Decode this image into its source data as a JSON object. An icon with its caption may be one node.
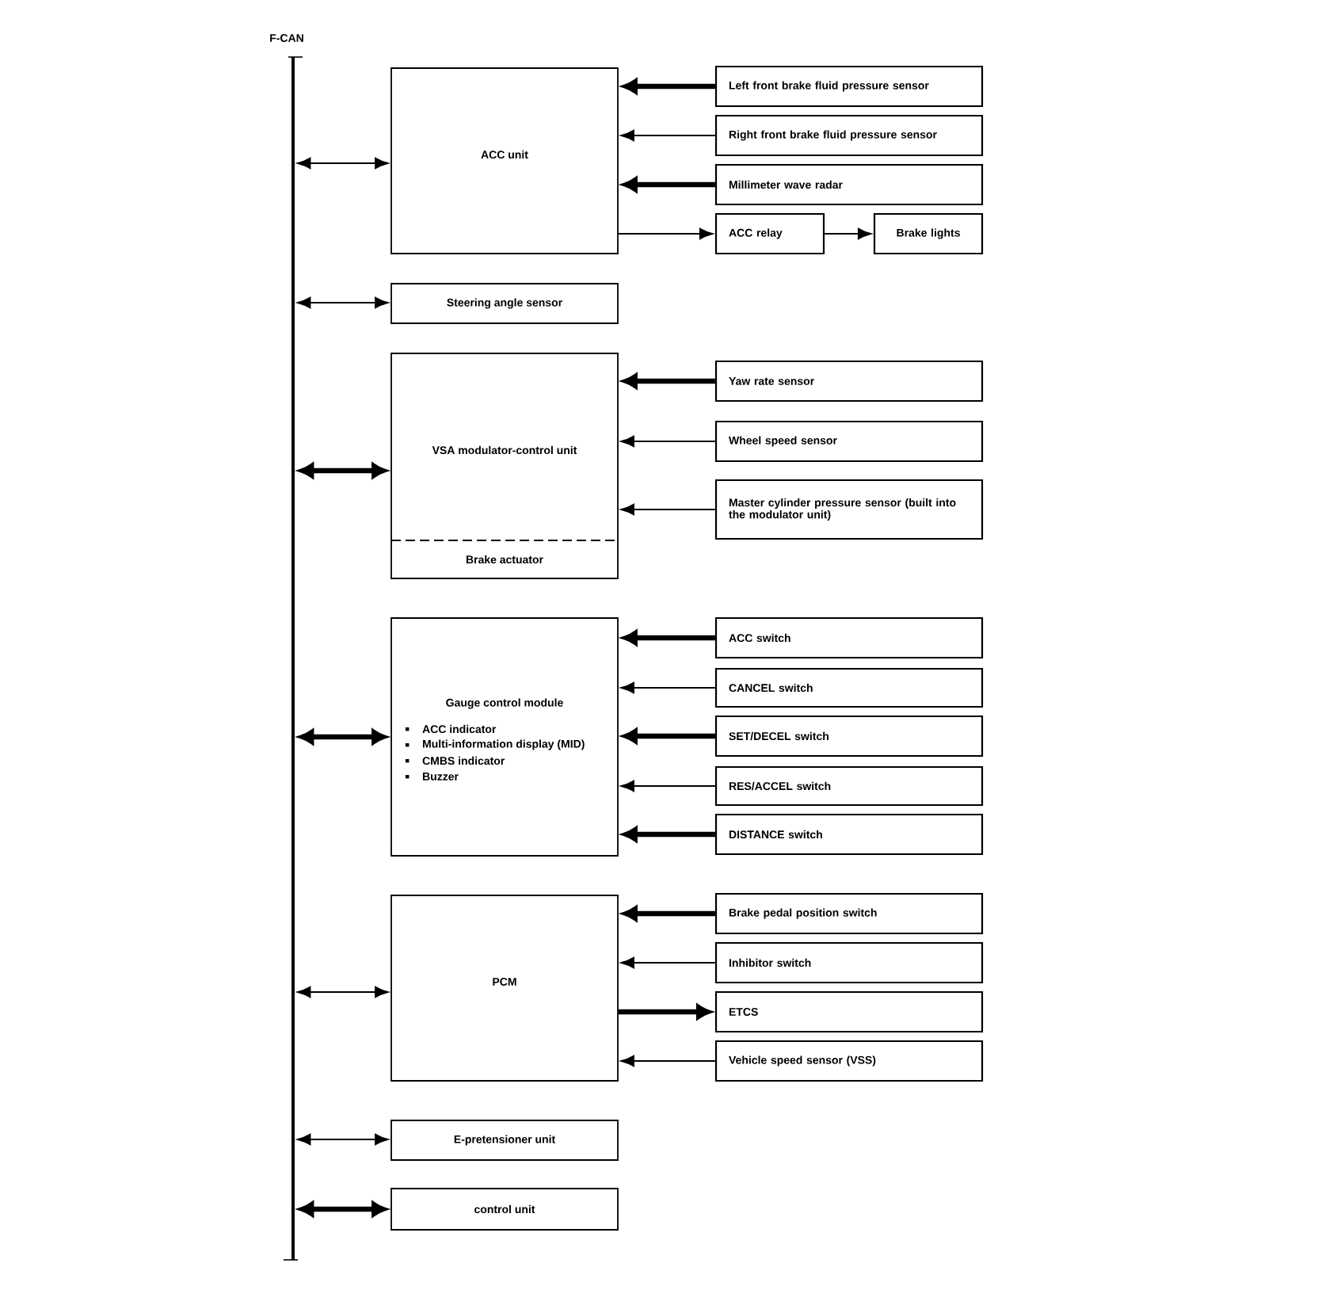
{
  "diagram": {
    "nodes": [
      {
        "text": [
          "F-CAN"
        ]
      },
      {
        "text": [
          "ACC unit"
        ]
      },
      {
        "text": [
          "Left front brake fluid pressure sensor"
        ]
      },
      {
        "text": [
          "Right front brake fluid pressure sensor"
        ]
      },
      {
        "text": [
          "Millimeter wave radar"
        ]
      },
      {
        "text": [
          "ACC relay"
        ]
      },
      {
        "text": [
          "Brake lights"
        ]
      },
      {
        "text": [
          "Steering angle sensor"
        ]
      },
      {
        "text": [
          "VSA modulator-control unit",
          "Brake actuator"
        ]
      },
      {
        "text": [
          "Yaw rate sensor"
        ]
      },
      {
        "text": [
          "Wheel speed sensor"
        ]
      },
      {
        "text": [
          "Master cylinder pressure sensor (built into the modulator unit)"
        ]
      },
      {
        "text": [
          "Gauge control module",
          "ACC indicator",
          "Multi-information display (MID)",
          "CMBS indicator",
          "Buzzer"
        ]
      },
      {
        "text": [
          "ACC switch"
        ]
      },
      {
        "text": [
          "CANCEL switch"
        ]
      },
      {
        "text": [
          "SET/DECEL switch"
        ]
      },
      {
        "text": [
          "RES/ACCEL switch"
        ]
      },
      {
        "text": [
          "DISTANCE switch"
        ]
      },
      {
        "text": [
          "PCM"
        ]
      },
      {
        "text": [
          "Brake pedal position switch"
        ]
      },
      {
        "text": [
          "Inhibitor switch"
        ]
      },
      {
        "text": [
          "ETCS"
        ]
      },
      {
        "text": [
          "Vehicle speed sensor (VSS)"
        ]
      },
      {
        "text": [
          "E-pretensioner unit"
        ]
      },
      {
        "text": [
          "control unit"
        ]
      }
    ],
    "edges": [
      {
        "from": 0,
        "to": 1,
        "arrow": "both"
      },
      {
        "from": 2,
        "to": 1,
        "arrow": "to",
        "style": "thick"
      },
      {
        "from": 3,
        "to": 1,
        "arrow": "to"
      },
      {
        "from": 4,
        "to": 1,
        "arrow": "to",
        "style": "thick"
      },
      {
        "from": 1,
        "to": 5,
        "arrow": "to"
      },
      {
        "from": 5,
        "to": 6,
        "arrow": "to"
      },
      {
        "from": 0,
        "to": 7,
        "arrow": "both"
      },
      {
        "from": 0,
        "to": 8,
        "arrow": "both",
        "style": "thick"
      },
      {
        "from": 9,
        "to": 8,
        "arrow": "to",
        "style": "thick"
      },
      {
        "from": 10,
        "to": 8,
        "arrow": "to"
      },
      {
        "from": 11,
        "to": 8,
        "arrow": "to"
      },
      {
        "from": 0,
        "to": 12,
        "arrow": "both",
        "style": "thick"
      },
      {
        "from": 13,
        "to": 12,
        "arrow": "to",
        "style": "thick"
      },
      {
        "from": 14,
        "to": 12,
        "arrow": "to"
      },
      {
        "from": 15,
        "to": 12,
        "arrow": "to",
        "style": "thick"
      },
      {
        "from": 16,
        "to": 12,
        "arrow": "to"
      },
      {
        "from": 17,
        "to": 12,
        "arrow": "to",
        "style": "thick"
      },
      {
        "from": 0,
        "to": 18,
        "arrow": "both"
      },
      {
        "from": 19,
        "to": 18,
        "arrow": "to",
        "style": "thick"
      },
      {
        "from": 20,
        "to": 18,
        "arrow": "to"
      },
      {
        "from": 18,
        "to": 21,
        "arrow": "to",
        "style": "thick"
      },
      {
        "from": 22,
        "to": 18,
        "arrow": "to"
      },
      {
        "from": 0,
        "to": 23,
        "arrow": "both"
      },
      {
        "from": 0,
        "to": 24,
        "arrow": "both",
        "style": "thick"
      }
    ]
  }
}
